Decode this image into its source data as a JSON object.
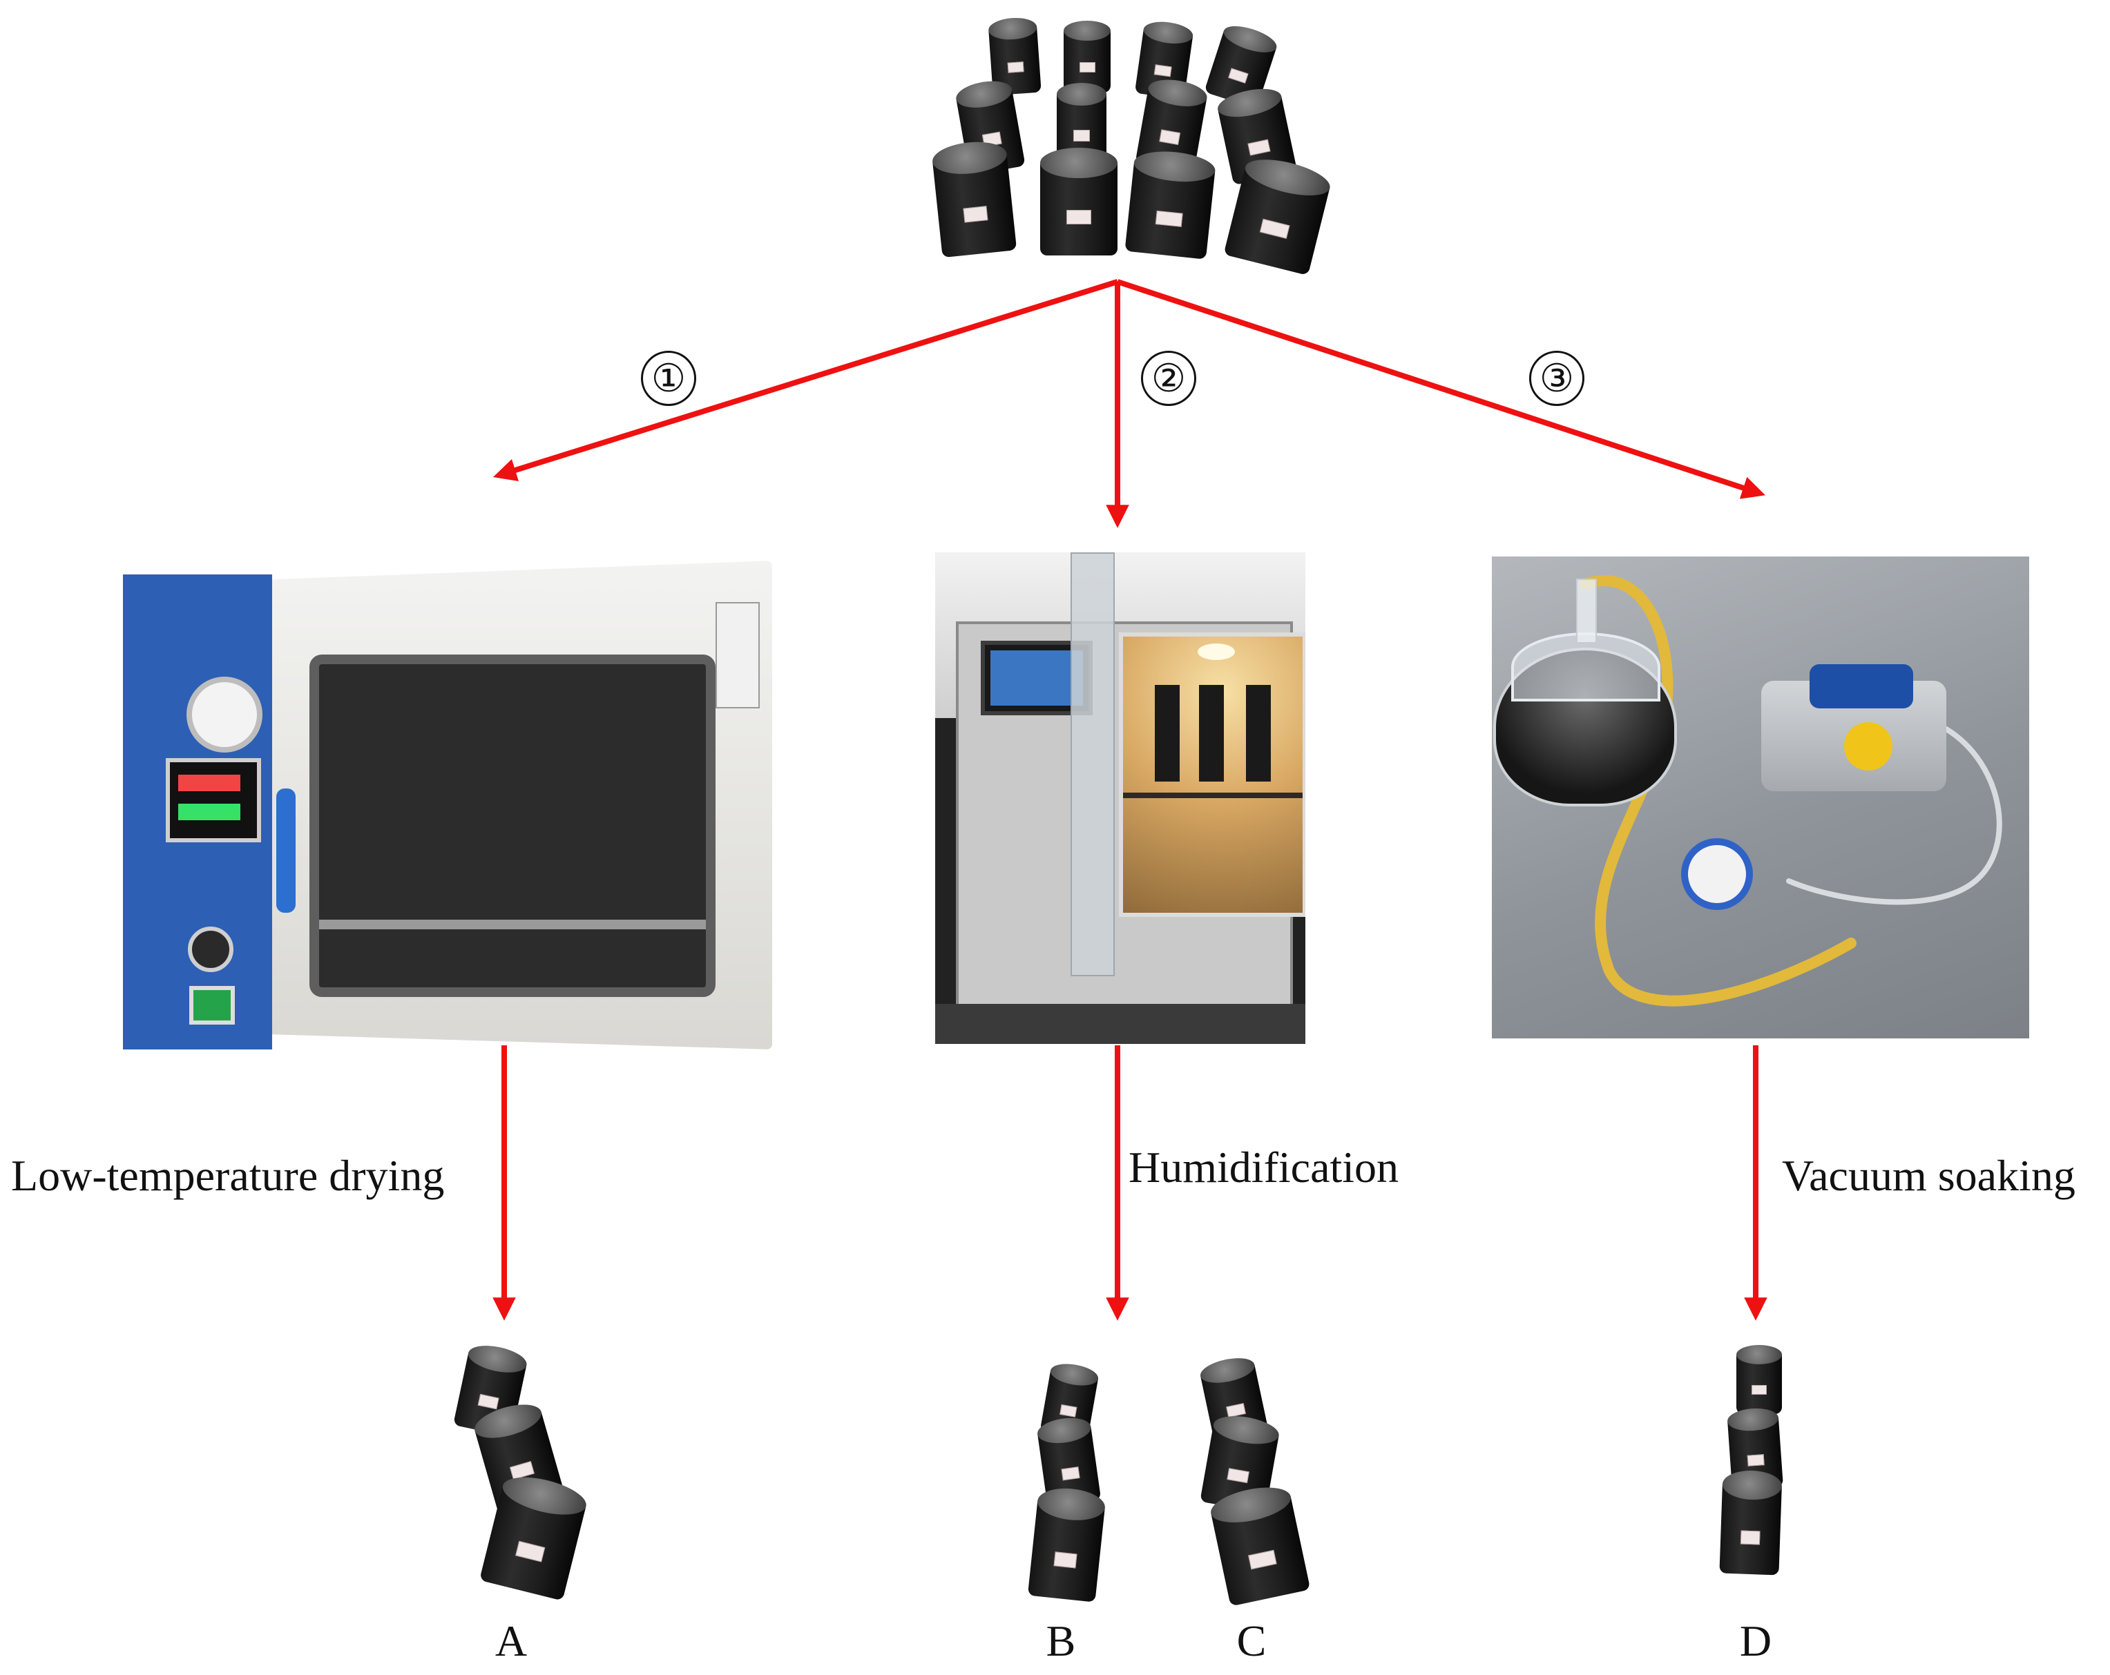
{
  "steps": [
    {
      "num": "①"
    },
    {
      "num": "②"
    },
    {
      "num": "③"
    }
  ],
  "processes": [
    {
      "label": "Low-temperature drying"
    },
    {
      "label": "Humidification"
    },
    {
      "label": "Vacuum soaking"
    }
  ],
  "groups": [
    {
      "label": "A"
    },
    {
      "label": "B"
    },
    {
      "label": "C"
    },
    {
      "label": "D"
    }
  ],
  "colors": {
    "arrow": "#ee1111",
    "coal": "#1b1b1b",
    "oven_panel": "#2d5fb4",
    "pump": "#1e4fa6",
    "hose": "#e2b93b"
  },
  "images": [
    {
      "name": "coal-cores-icon"
    },
    {
      "name": "vacuum-drying-oven-icon"
    },
    {
      "name": "humidification-chamber-icon"
    },
    {
      "name": "vacuum-pump-desiccator-icon"
    }
  ]
}
